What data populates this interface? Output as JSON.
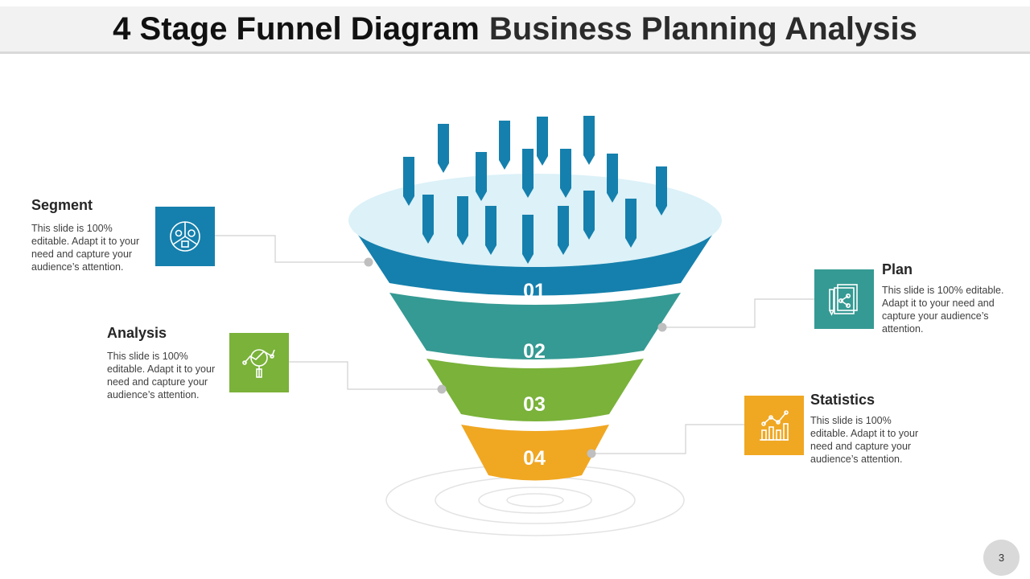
{
  "title": {
    "part1": "4 Stage Funnel Diagram",
    "part2": "Business Planning Analysis"
  },
  "stages": [
    {
      "number": "01",
      "color": "#1580ad",
      "heading": "Segment",
      "text": "This slide is 100% editable. Adapt it to your need and capture your audience’s attention.",
      "icon": "pie-segments-icon"
    },
    {
      "number": "02",
      "color": "#359a93",
      "heading": "Plan",
      "text": "This slide is 100% editable. Adapt it to your need and capture your audience’s attention.",
      "icon": "plan-documents-icon"
    },
    {
      "number": "03",
      "color": "#7ab23a",
      "heading": "Analysis",
      "text": "This slide is 100% editable. Adapt it to your need and capture your audience’s attention.",
      "icon": "magnifier-chart-icon"
    },
    {
      "number": "04",
      "color": "#f0a722",
      "heading": "Statistics",
      "text": "This slide is 100% editable. Adapt it to your need and capture your audience’s attention.",
      "icon": "bar-line-chart-icon"
    }
  ],
  "page_number": "3"
}
